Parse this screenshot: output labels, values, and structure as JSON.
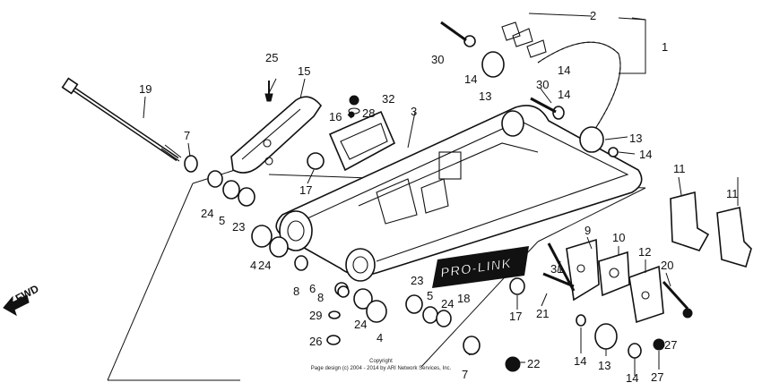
{
  "callouts": [
    {
      "label": "1"
    },
    {
      "label": "2"
    },
    {
      "label": "3"
    },
    {
      "label": "4"
    },
    {
      "label": "4"
    },
    {
      "label": "5"
    },
    {
      "label": "5"
    },
    {
      "label": "6"
    },
    {
      "label": "7"
    },
    {
      "label": "7"
    },
    {
      "label": "8"
    },
    {
      "label": "8"
    },
    {
      "label": "9"
    },
    {
      "label": "10"
    },
    {
      "label": "11"
    },
    {
      "label": "11"
    },
    {
      "label": "12"
    },
    {
      "label": "13"
    },
    {
      "label": "13"
    },
    {
      "label": "13"
    },
    {
      "label": "14"
    },
    {
      "label": "14"
    },
    {
      "label": "14"
    },
    {
      "label": "14"
    },
    {
      "label": "14"
    },
    {
      "label": "14"
    },
    {
      "label": "15"
    },
    {
      "label": "16"
    },
    {
      "label": "17"
    },
    {
      "label": "17"
    },
    {
      "label": "18"
    },
    {
      "label": "19"
    },
    {
      "label": "20"
    },
    {
      "label": "21"
    },
    {
      "label": "22"
    },
    {
      "label": "23"
    },
    {
      "label": "23"
    },
    {
      "label": "24"
    },
    {
      "label": "24"
    },
    {
      "label": "24"
    },
    {
      "label": "24"
    },
    {
      "label": "25"
    },
    {
      "label": "26"
    },
    {
      "label": "27"
    },
    {
      "label": "27"
    },
    {
      "label": "28"
    },
    {
      "label": "29"
    },
    {
      "label": "30"
    },
    {
      "label": "30"
    },
    {
      "label": "31"
    },
    {
      "label": "32"
    }
  ],
  "forward_marker": "FWD",
  "logo_text": "PRO-LINK",
  "copyright": {
    "line1": "Copyright",
    "line2": "Page design (c) 2004 - 2014 by ARI Network Services, Inc."
  }
}
